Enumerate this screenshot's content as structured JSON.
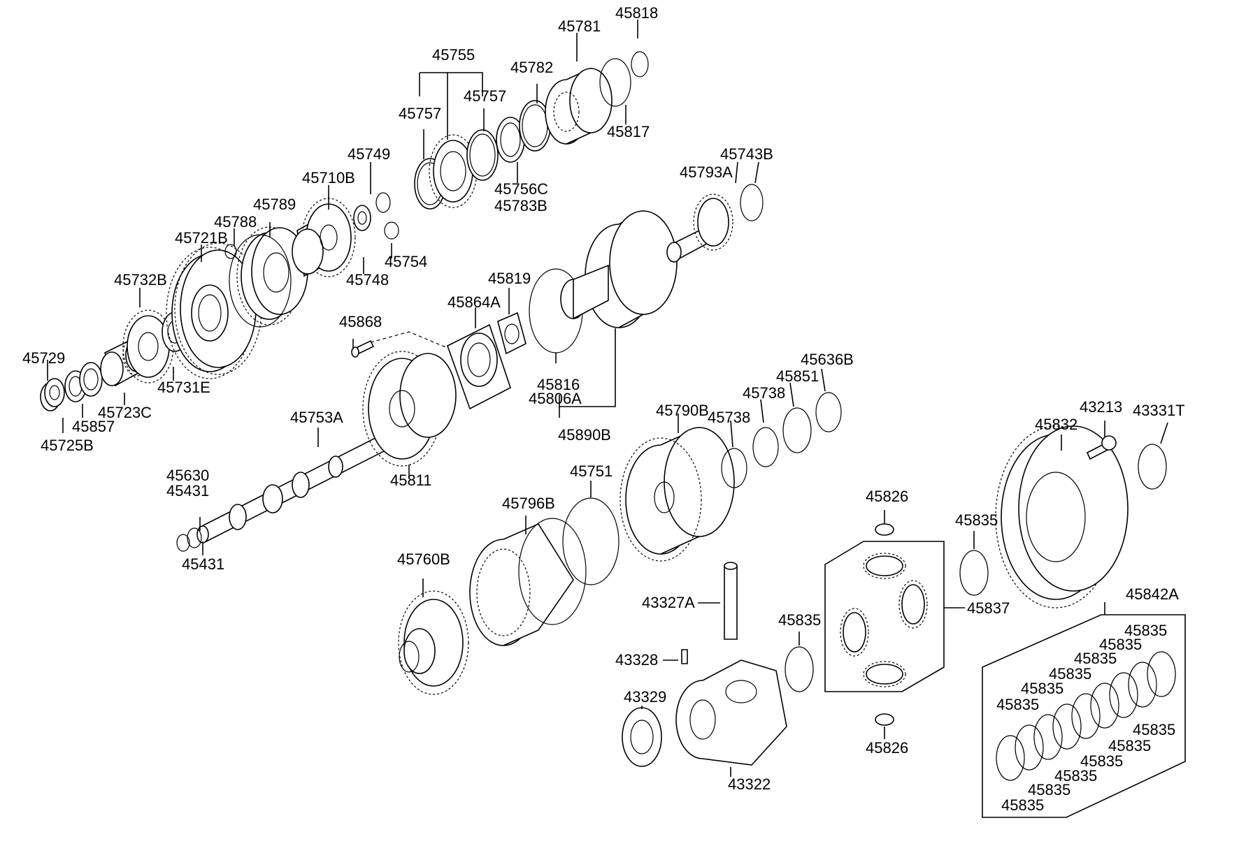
{
  "labels": {
    "p45818": "45818",
    "p45781": "45781",
    "p45755": "45755",
    "p45782": "45782",
    "p45757a": "45757",
    "p45757b": "45757",
    "p45817": "45817",
    "p45749": "45749",
    "p45756c": "45756C",
    "p45783b": "45783B",
    "p45743b": "45743B",
    "p45793a": "45793A",
    "p45710b": "45710B",
    "p45789": "45789",
    "p45788": "45788",
    "p45754": "45754",
    "p45748": "45748",
    "p45721b": "45721B",
    "p45732b": "45732B",
    "p45819": "45819",
    "p45864a": "45864A",
    "p45868": "45868",
    "p45729": "45729",
    "p45731e": "45731E",
    "p45723c": "45723C",
    "p45857": "45857",
    "p45725b": "45725B",
    "p45816": "45816",
    "p45806a": "45806A",
    "p45890b": "45890B",
    "p45636b": "45636B",
    "p45851": "45851",
    "p45738a": "45738",
    "p45738b": "45738",
    "p45790b": "45790B",
    "p45753a": "45753A",
    "p45811": "45811",
    "p43213": "43213",
    "p43331t": "43331T",
    "p45832": "45832",
    "p45630": "45630",
    "p45431a": "45431",
    "p45431b": "45431",
    "p45751": "45751",
    "p45796b": "45796B",
    "p45826a": "45826",
    "p45835a": "45835",
    "p45760b": "45760B",
    "p43327a": "43327A",
    "p45837": "45837",
    "p45842a": "45842A",
    "p45835b": "45835",
    "p45835c": "45835",
    "p43328": "43328",
    "p43329": "43329",
    "p45826b": "45826",
    "p43322": "43322",
    "s1": "45835",
    "s2": "45835",
    "s3": "45835",
    "s4": "45835",
    "s5": "45835",
    "s6": "45835",
    "s7": "45835",
    "s8": "45835",
    "s9": "45835",
    "s10": "45835",
    "s11": "45835"
  }
}
